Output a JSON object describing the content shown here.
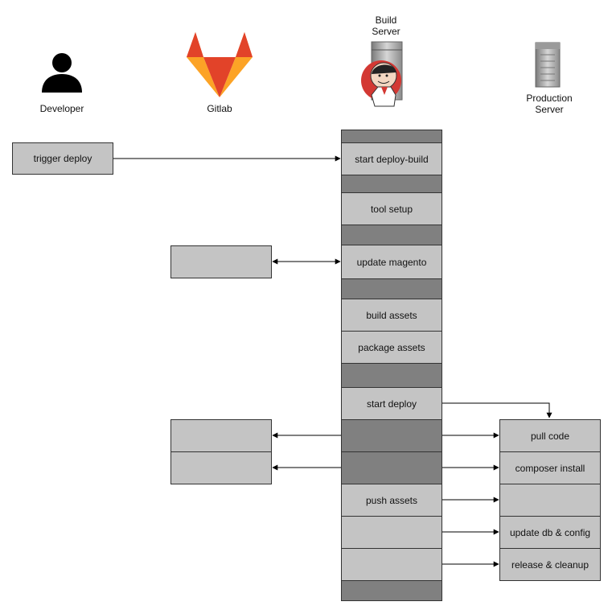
{
  "actors": {
    "developer": {
      "label": "Developer",
      "icon": "person-silhouette-icon"
    },
    "gitlab": {
      "label": "Gitlab",
      "icon": "gitlab-fox-icon"
    },
    "build_server": {
      "label": "Build\nServer",
      "icon": "jenkins-butler-icon"
    },
    "production_server": {
      "label": "Production\nServer",
      "icon": "server-tower-icon"
    }
  },
  "developer_steps": {
    "trigger_deploy": "trigger deploy"
  },
  "build_steps": {
    "start_deploy_build": "start deploy-build",
    "tool_setup": "tool setup",
    "update_magento": "update magento",
    "build_assets": "build assets",
    "package_assets": "package assets",
    "start_deploy": "start deploy",
    "push_assets": "push assets"
  },
  "production_steps": {
    "pull_code": "pull code",
    "composer_install": "composer install",
    "update_db_config": "update db & config",
    "release_cleanup": "release & cleanup"
  },
  "colors": {
    "box_light": "#c4c4c4",
    "box_dark": "#808080",
    "gitlab_red": "#e24329",
    "gitlab_orange": "#fc6d26",
    "gitlab_yellow": "#fca326",
    "jenkins_red": "#d33833"
  }
}
